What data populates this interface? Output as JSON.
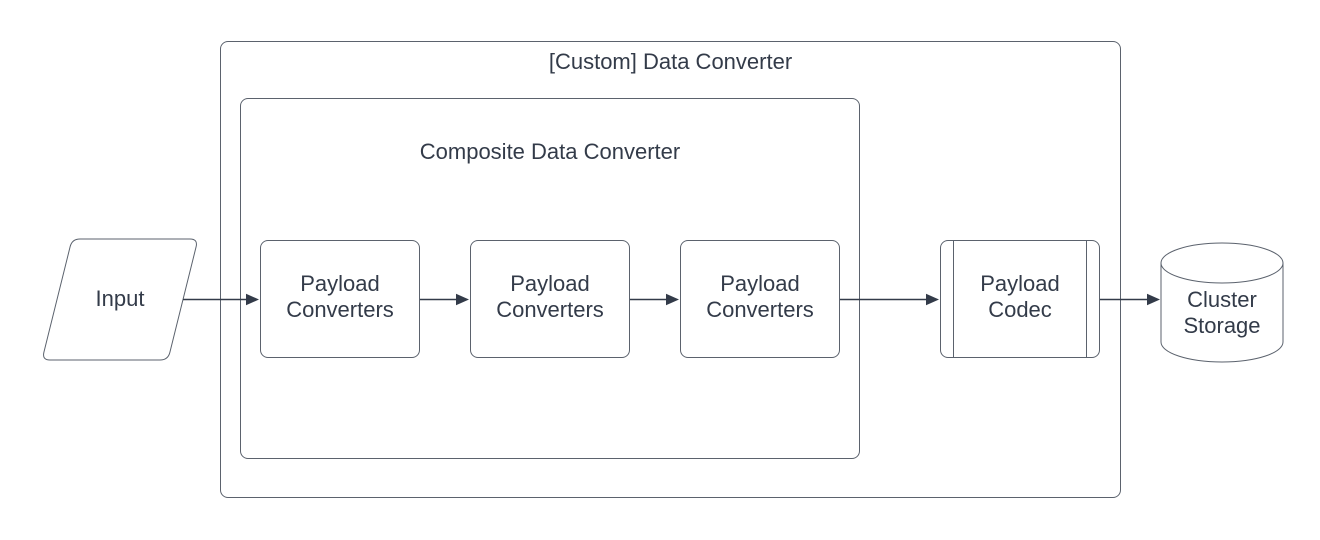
{
  "colors": {
    "background": "#ffffff",
    "shape_stroke": "#5b626d",
    "arrow": "#333b49",
    "text": "#333b49"
  },
  "diagram": {
    "input": {
      "label": "Input"
    },
    "outer_container": {
      "title": "[Custom] Data Converter"
    },
    "inner_container": {
      "title": "Composite Data Converter"
    },
    "payload_converters": [
      {
        "label": "Payload Converters"
      },
      {
        "label": "Payload Converters"
      },
      {
        "label": "Payload Converters"
      }
    ],
    "payload_codec": {
      "label": "Payload Codec"
    },
    "cluster_storage": {
      "label": "Cluster Storage"
    }
  }
}
